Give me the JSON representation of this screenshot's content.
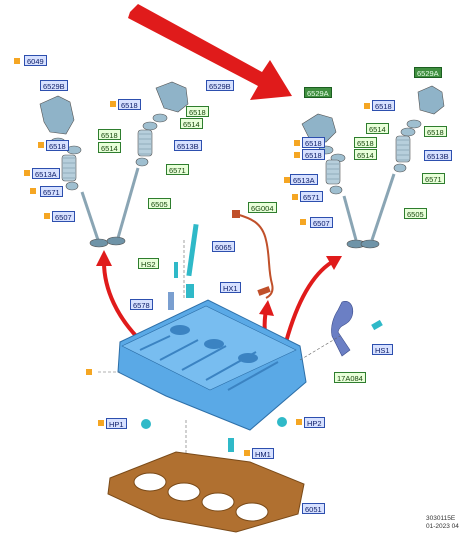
{
  "labels": {
    "l6049": "6049",
    "l6529B_a": "6529B",
    "l6529B_b": "6529B",
    "l6518_a": "6518",
    "l6518_b": "6518",
    "l6514_a": "6514",
    "l6518_c": "6518",
    "l6518_d": "6518",
    "l6514_b": "6514",
    "l6513B_a": "6513B",
    "l6513A_a": "6513A",
    "l6571_a": "6571",
    "l6571_b": "6571",
    "l6505_a": "6505",
    "l6507_a": "6507",
    "l6529A_a": "6529A",
    "l6529A_b": "6529A",
    "l6518_e": "6518",
    "l6514_c": "6514",
    "l6518_f": "6518",
    "l6518_g": "6518",
    "l6518_h": "6518",
    "l6514_d": "6514",
    "l6513B_b": "6513B",
    "l6513A_b": "6513A",
    "l6571_c": "6571",
    "l6571_d": "6571",
    "l6505_b": "6505",
    "l6507_b": "6507",
    "l6G004": "6G004",
    "l6065": "6065",
    "lHS2": "HS2",
    "lHX1": "HX1",
    "l6578": "6578",
    "lHS1": "HS1",
    "l17A084": "17A084",
    "lHP1": "HP1",
    "lHP2": "HP2",
    "lHM1": "HM1",
    "l6051": "6051"
  },
  "footer": {
    "code": "3030115E",
    "date": "01-2023 04"
  },
  "colors": {
    "cylinder_head": "#5aa9e6",
    "gasket": "#b07030",
    "arrow": "#e01b1b",
    "label_fill": "#d7e1ff",
    "label_border": "#2d4fae",
    "label_green": "#e8ffd9",
    "label_dark_green": "#3f8f3f",
    "marker": "#f5a623"
  }
}
